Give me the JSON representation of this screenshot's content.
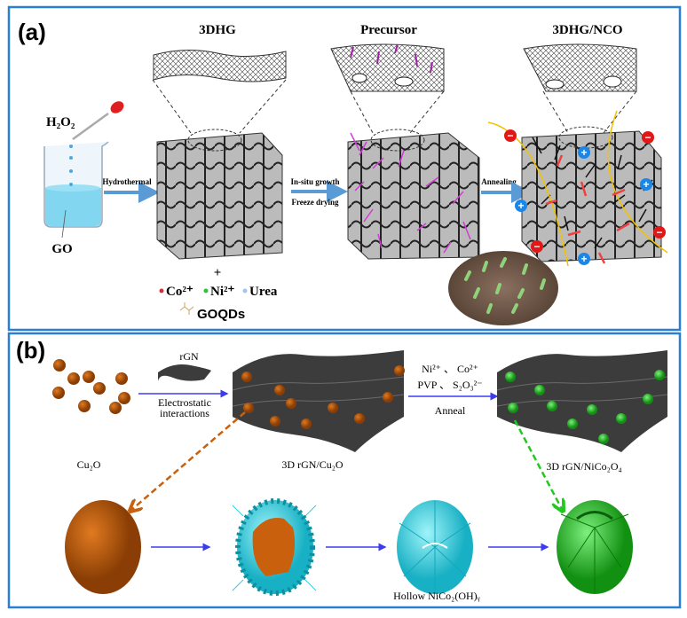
{
  "colors": {
    "frame": "#2a7fd4",
    "arrow_a": "#5b9bd5",
    "arrow_b": "#3b3bf0",
    "cu2o": "#c8600e",
    "nico": "#22c822",
    "hollow": "#2fd0e0",
    "sheet": "#3c3c3c",
    "precursor_needles": "#d43ad8"
  },
  "panel_a": {
    "label": "(a)",
    "titles": [
      "3DHG",
      "Precursor",
      "3DHG/NCO"
    ],
    "h2o2": "H₂O₂",
    "go": "GO",
    "step1": "Hydrothermal",
    "step2_line1": "In-situ growth",
    "step2_line2": "Freeze drying",
    "step3": "Annealing",
    "plus": "+",
    "reagents": [
      "Co²⁺",
      "Ni²⁺",
      "Urea"
    ],
    "goqds": "GOQDs",
    "ion_minus": "−",
    "ion_plus": "+"
  },
  "panel_b": {
    "label": "(b)",
    "rgn": "rGN",
    "step1_line1": "Electrostatic",
    "step1_line2": "interactions",
    "reagents_line1": "Ni²⁺ 、 Co²⁺",
    "reagents_line2": "PVP 、 S₂O₃²⁻",
    "step2": "Anneal",
    "cu2o": "Cu₂O",
    "rgn_cu2o": "3D rGN/Cu₂O",
    "rgn_nico": "3D rGN/NiCo₂O₄",
    "hollow": "Hollow NiCo₂(OH)ᵧ"
  }
}
